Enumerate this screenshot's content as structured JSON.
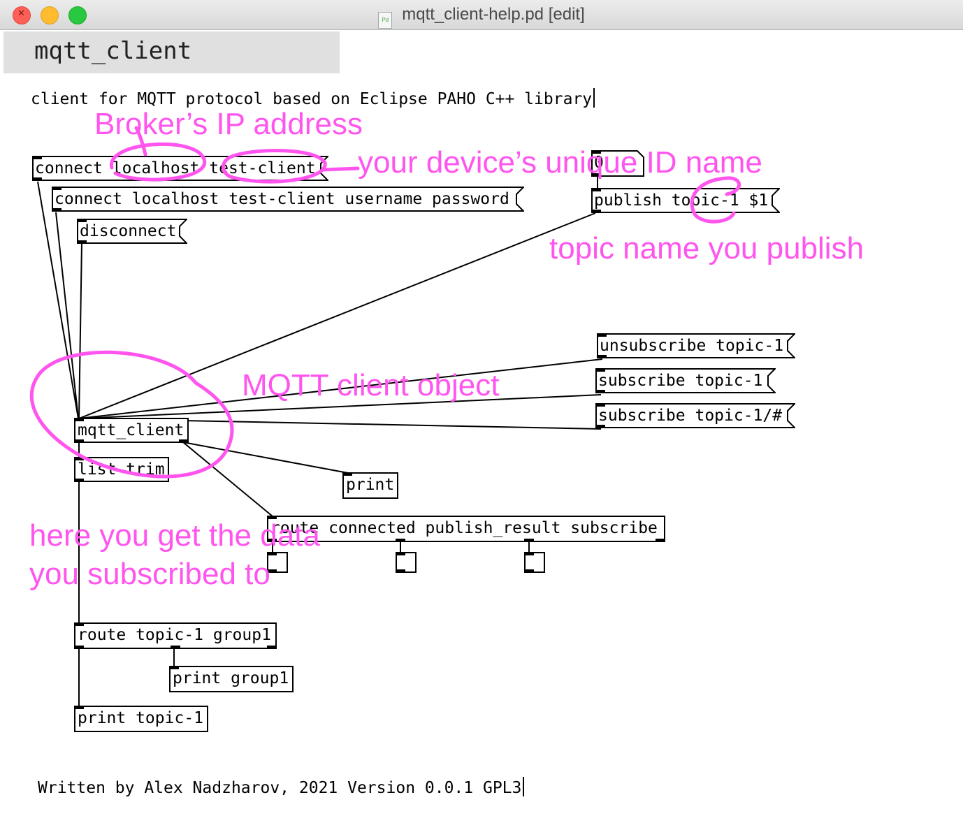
{
  "window": {
    "title": "mqtt_client-help.pd [edit]"
  },
  "header": {
    "title": "mqtt_client"
  },
  "description": "client for MQTT protocol based on Eclipse PAHO C++ library",
  "messages": {
    "connect_simple": "connect localhost test-client",
    "connect_auth": "connect localhost test-client username password",
    "disconnect": "disconnect",
    "number": "0",
    "publish": "publish topic-1 $1",
    "unsubscribe": "unsubscribe topic-1",
    "subscribe": "subscribe topic-1",
    "subscribe_wildcard": "subscribe topic-1/#"
  },
  "objects": {
    "mqtt_client": "mqtt_client",
    "list_trim": "list trim",
    "print": "print",
    "route_results": "route connected publish_result subscribe",
    "route_topic": "route topic-1 group1",
    "print_group": "print group1",
    "print_topic": "print topic-1"
  },
  "annotations": {
    "broker_ip": "Broker’s IP address",
    "device_id": "your device’s unique ID name",
    "topic_publish": "topic name you publish",
    "client_object": "MQTT client object",
    "data_line1": "here you get the data",
    "data_line2": "you subscribed to"
  },
  "footer": "Written by Alex Nadzharov, 2021 Version 0.0.1 GPL3",
  "colors": {
    "annotation": "#ff55ee",
    "header_bg": "#e0e0e0"
  }
}
